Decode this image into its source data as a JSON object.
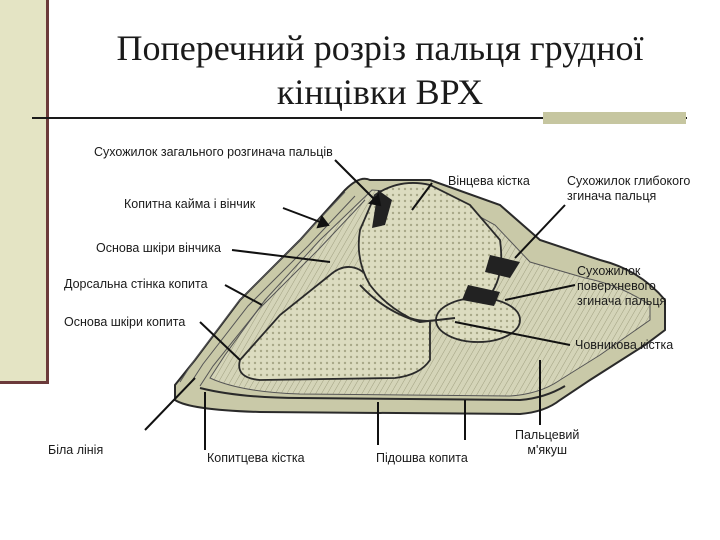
{
  "slide": {
    "title_line1": "Поперечний розріз пальця грудної",
    "title_line2": "кінцівки ВРХ"
  },
  "labels": {
    "common_extensor_tendon": "Сухожилок загального розгинача пальців",
    "coronary_bone": "Вінцева кістка",
    "deep_flexor_tendon_1": "Сухожилок глибокого",
    "deep_flexor_tendon_2": "згинача пальця",
    "perioplic_band": "Копитна кайма і вінчик",
    "coronary_dermis": "Основа шкіри вінчика",
    "superficial_flexor_tendon_1": "Сухожилок",
    "superficial_flexor_tendon_2": "поверхневого",
    "superficial_flexor_tendon_3": "згинача пальця",
    "dorsal_hoof_wall": "Дорсальна стінка копита",
    "hoof_dermis": "Основа шкіри копита",
    "navicular_bone": "Човникова кістка",
    "white_line": "Біла лінія",
    "coffin_bone": "Копитцева кістка",
    "hoof_sole": "Підошва копита",
    "digital_cushion_1": "Пальцевий",
    "digital_cushion_2": "м'якуш"
  },
  "colors": {
    "sidebar": "#e4e4c4",
    "accent_rule": "#6b3a3a",
    "title_accent": "#c6c6a0",
    "bone": "#dcdcc0",
    "tissue": "#c9c9a8",
    "outline": "#2a2a2a"
  }
}
